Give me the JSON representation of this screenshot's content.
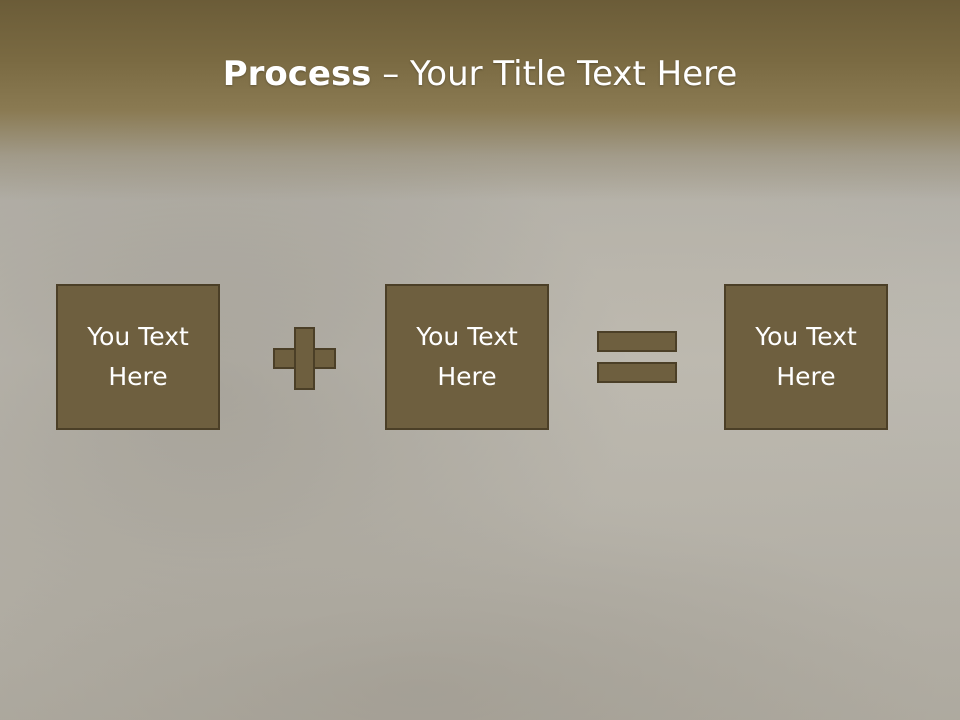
{
  "slide": {
    "title_bold": "Process",
    "title_rest": " – Your Title Text Here",
    "boxes": [
      {
        "label": "You Text\nHere"
      },
      {
        "label": "You Text\nHere"
      },
      {
        "label": "You Text\nHere"
      }
    ],
    "operators": [
      "plus-icon",
      "equals-icon"
    ],
    "colors": {
      "box_fill": "#6e5f3f",
      "box_border": "#4b3f27",
      "title_band": "#7a6a42",
      "text": "#ffffff"
    }
  }
}
